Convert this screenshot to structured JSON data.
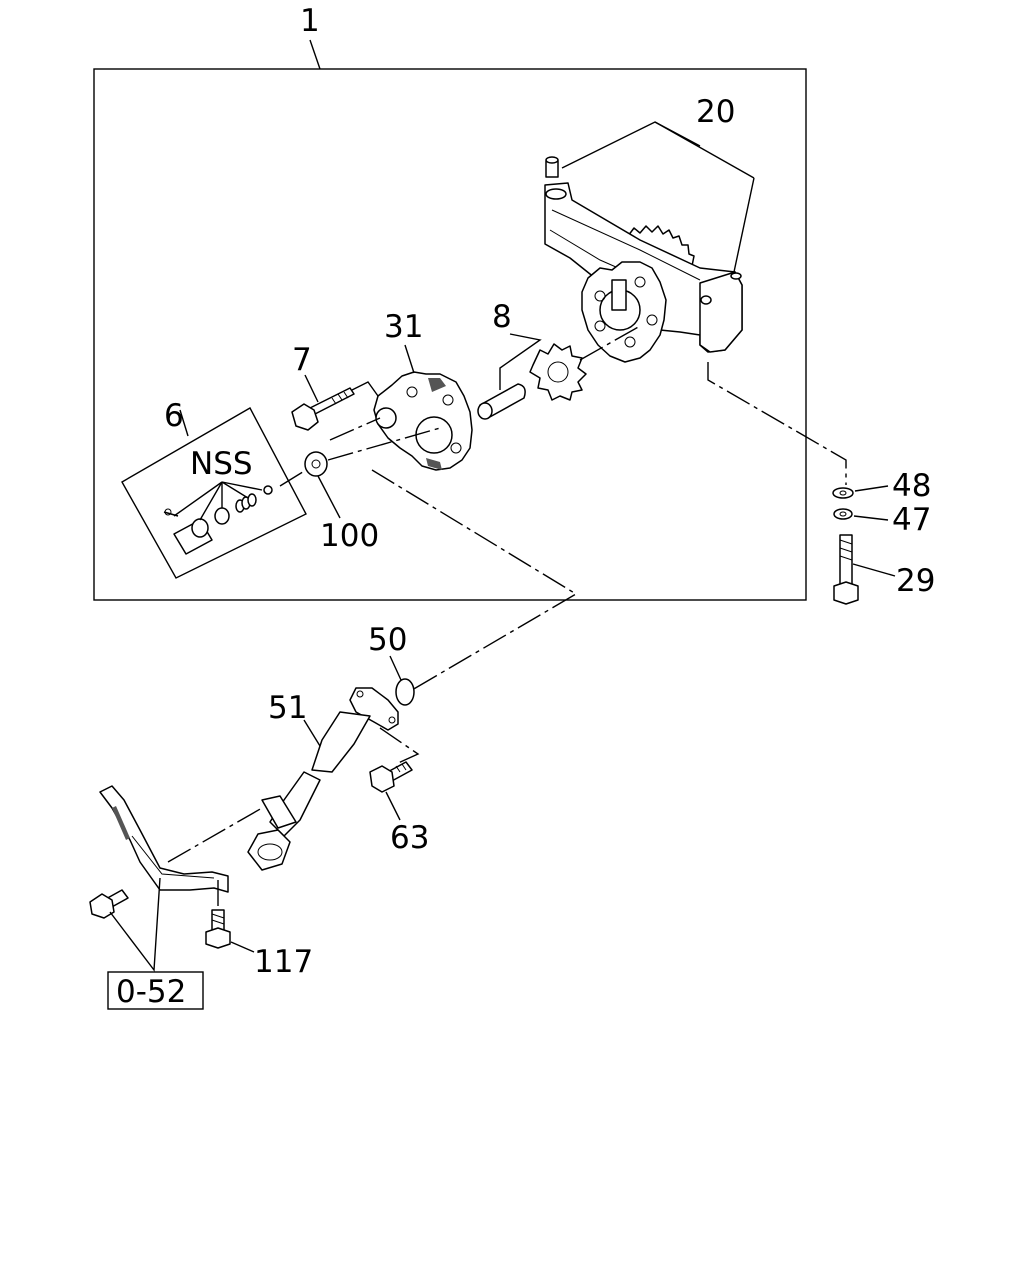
{
  "callouts": {
    "c1": "1",
    "c20": "20",
    "c31": "31",
    "c8": "8",
    "c7": "7",
    "c6": "6",
    "nss": "NSS",
    "c100": "100",
    "c48": "48",
    "c47": "47",
    "c29": "29",
    "c50": "50",
    "c51": "51",
    "c63": "63",
    "c117": "117",
    "ref_052": "0-52"
  }
}
